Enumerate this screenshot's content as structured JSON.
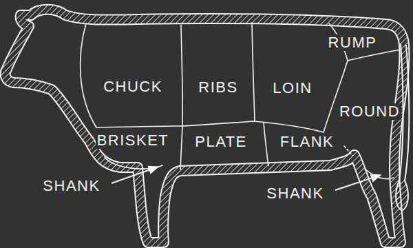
{
  "diagram": {
    "labels": [
      "RUMP",
      "CHUCK",
      "RIBS",
      "LOIN",
      "ROUND",
      "BRISKET",
      "PLATE",
      "FLANK",
      "SHANK",
      "SHANK"
    ]
  }
}
